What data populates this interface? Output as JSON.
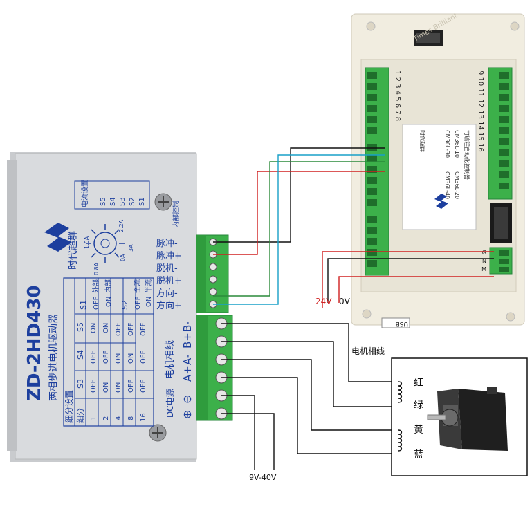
{
  "driver": {
    "model": "ZD-2HD430",
    "subtitle": "两相步进电机驱动器",
    "brand": "时代超群",
    "current_block": {
      "title": "电流设置",
      "switches": [
        "S5",
        "S4",
        "S3",
        "S2",
        "S1"
      ]
    },
    "current_dial": {
      "labels": [
        "1.5A",
        "2.2A",
        "0.8A",
        "0A",
        "3A"
      ]
    },
    "internal_label": "内部控制",
    "table": {
      "title": "细分设置",
      "headers": [
        "细分",
        "S3",
        "S4",
        "S5"
      ],
      "rows": [
        [
          "1",
          "OFF",
          "OFF",
          "ON"
        ],
        [
          "2",
          "ON",
          "OFF",
          "ON"
        ],
        [
          "4",
          "ON",
          "ON",
          "OFF"
        ],
        [
          "8",
          "OFF",
          "ON",
          "OFF"
        ],
        [
          "16",
          "OFF",
          "OFF",
          "OFF"
        ]
      ],
      "s1": {
        "title": "S1",
        "cells": [
          "OFF",
          "外部",
          "ON",
          "内部"
        ]
      },
      "s2": {
        "title": "S2",
        "cells": [
          "OFF",
          "全流",
          "ON",
          "半流"
        ]
      }
    },
    "left_terminals": [
      "脉冲-",
      "脉冲+",
      "脱机-",
      "脱机+",
      "方向-",
      "方向+"
    ],
    "motor_lines": {
      "title": "电机相线",
      "terminals": [
        "B-",
        "B+",
        "A-",
        "A+"
      ]
    },
    "dc_power": {
      "title": "DC电源",
      "terminals": [
        "⊖",
        "⊕"
      ]
    }
  },
  "controller": {
    "usb_label": "USB",
    "label_lines": [
      "可编程自动化控制器",
      "CM36L-10",
      "CM36L-20",
      "CM36L-30",
      "CM36L-40"
    ],
    "brand": "时代超群",
    "right_numbers": "9 10 11 12 13 14 15 16",
    "top_numbers": "1 2 3 4 5 6 7 8",
    "power_pins": [
      "G",
      "N",
      "M"
    ],
    "watermark": "Times Brilliant"
  },
  "labels": {
    "v24": "24V",
    "v0": "0V",
    "dc_range": "9V-40V",
    "motor_phase_title": "电机相线"
  },
  "motor": {
    "wires": [
      "红",
      "绿",
      "黄",
      "蓝"
    ]
  },
  "colors": {
    "red_wire": "#d02020",
    "green_wire": "#2a8a3a",
    "cyan_wire": "#18a0c8",
    "black_wire": "#111111",
    "terminal_green": "#3cb04a",
    "driver_body": "#d9dbde",
    "label_blue": "#1d3f9e"
  }
}
